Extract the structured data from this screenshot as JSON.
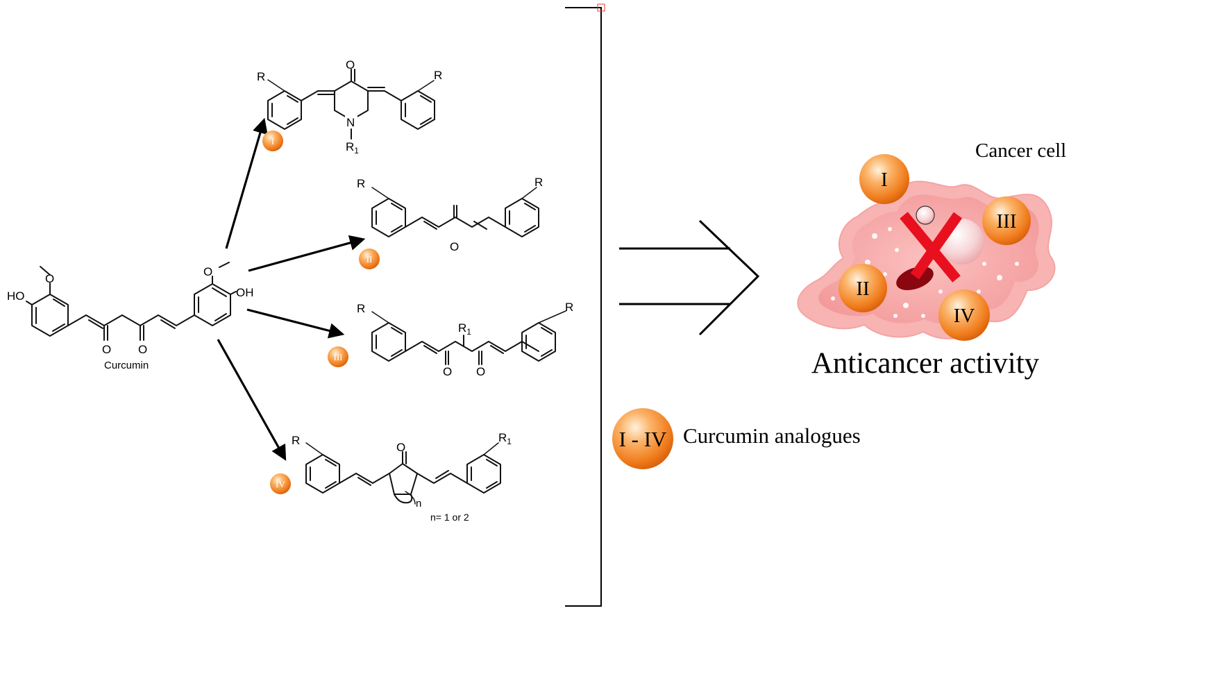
{
  "structures": {
    "curcumin": {
      "label": "Curcumin",
      "ho_left": "HO",
      "oh_right": "OH",
      "o_ketone": "O"
    },
    "analogue_1": {
      "r": "R",
      "o": "O",
      "n": "N",
      "r1": "R",
      "r1_sub": "1"
    },
    "analogue_2": {
      "r": "R",
      "o": "O"
    },
    "analogue_3": {
      "r": "R",
      "r1": "R",
      "r1_sub": "1",
      "o": "O"
    },
    "analogue_4": {
      "r": "R",
      "r1": "R",
      "r1_sub": "1",
      "o": "O",
      "n_label": "n",
      "n_note": "n= 1 or 2"
    }
  },
  "badges": [
    "I",
    "II",
    "III",
    "IV"
  ],
  "legend": {
    "badge_text": "I - IV",
    "label": "Curcumin analogues"
  },
  "cell": {
    "title": "Cancer cell",
    "markers": [
      "I",
      "II",
      "III",
      "IV"
    ],
    "caption": "Anticancer activity"
  },
  "colors": {
    "badge_orange": "#f07c1c",
    "badge_highlight": "#fde3c4",
    "cell_pink": "#f5a3a3",
    "cross_red": "#e8101e",
    "nucleus": "#8a0710"
  }
}
